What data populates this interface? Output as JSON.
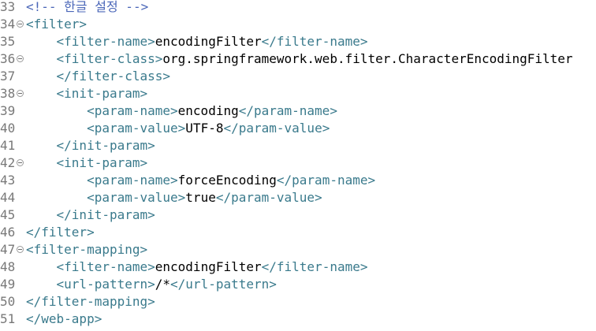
{
  "editor": {
    "lines": [
      {
        "num": "33",
        "fold": false,
        "indent": "",
        "tokens": [
          {
            "t": "comment",
            "v": "<!-- 한글 설정 -->"
          }
        ]
      },
      {
        "num": "34",
        "fold": true,
        "indent": "",
        "tokens": [
          {
            "t": "tag",
            "v": "<filter>"
          }
        ]
      },
      {
        "num": "35",
        "fold": false,
        "indent": "    ",
        "tokens": [
          {
            "t": "tag",
            "v": "<filter-name>"
          },
          {
            "t": "text",
            "v": "encodingFilter"
          },
          {
            "t": "tag",
            "v": "</filter-name>"
          }
        ]
      },
      {
        "num": "36",
        "fold": true,
        "indent": "    ",
        "tokens": [
          {
            "t": "tag",
            "v": "<filter-class>"
          },
          {
            "t": "text",
            "v": "org.springframework.web.filter.CharacterEncodingFilter"
          }
        ]
      },
      {
        "num": "37",
        "fold": false,
        "indent": "    ",
        "tokens": [
          {
            "t": "tag",
            "v": "</filter-class>"
          }
        ]
      },
      {
        "num": "38",
        "fold": true,
        "indent": "    ",
        "tokens": [
          {
            "t": "tag",
            "v": "<init-param>"
          }
        ]
      },
      {
        "num": "39",
        "fold": false,
        "indent": "        ",
        "tokens": [
          {
            "t": "tag",
            "v": "<param-name>"
          },
          {
            "t": "text",
            "v": "encoding"
          },
          {
            "t": "tag",
            "v": "</param-name>"
          }
        ]
      },
      {
        "num": "40",
        "fold": false,
        "indent": "        ",
        "tokens": [
          {
            "t": "tag",
            "v": "<param-value>"
          },
          {
            "t": "text",
            "v": "UTF-8"
          },
          {
            "t": "tag",
            "v": "</param-value>"
          }
        ]
      },
      {
        "num": "41",
        "fold": false,
        "indent": "    ",
        "tokens": [
          {
            "t": "tag",
            "v": "</init-param>"
          }
        ]
      },
      {
        "num": "42",
        "fold": true,
        "indent": "    ",
        "tokens": [
          {
            "t": "tag",
            "v": "<init-param>"
          }
        ]
      },
      {
        "num": "43",
        "fold": false,
        "indent": "        ",
        "tokens": [
          {
            "t": "tag",
            "v": "<param-name>"
          },
          {
            "t": "text",
            "v": "forceEncoding"
          },
          {
            "t": "tag",
            "v": "</param-name>"
          }
        ]
      },
      {
        "num": "44",
        "fold": false,
        "indent": "        ",
        "tokens": [
          {
            "t": "tag",
            "v": "<param-value>"
          },
          {
            "t": "text",
            "v": "true"
          },
          {
            "t": "tag",
            "v": "</param-value>"
          }
        ]
      },
      {
        "num": "45",
        "fold": false,
        "indent": "    ",
        "tokens": [
          {
            "t": "tag",
            "v": "</init-param>"
          }
        ]
      },
      {
        "num": "46",
        "fold": false,
        "indent": "",
        "tokens": [
          {
            "t": "tag",
            "v": "</filter>"
          }
        ]
      },
      {
        "num": "47",
        "fold": true,
        "indent": "",
        "tokens": [
          {
            "t": "tag",
            "v": "<filter-mapping>"
          }
        ]
      },
      {
        "num": "48",
        "fold": false,
        "indent": "    ",
        "tokens": [
          {
            "t": "tag",
            "v": "<filter-name>"
          },
          {
            "t": "text",
            "v": "encodingFilter"
          },
          {
            "t": "tag",
            "v": "</filter-name>"
          }
        ]
      },
      {
        "num": "49",
        "fold": false,
        "indent": "    ",
        "tokens": [
          {
            "t": "tag",
            "v": "<url-pattern>"
          },
          {
            "t": "text",
            "v": "/*"
          },
          {
            "t": "tag",
            "v": "</url-pattern>"
          }
        ]
      },
      {
        "num": "50",
        "fold": false,
        "indent": "",
        "tokens": [
          {
            "t": "tag",
            "v": "</filter-mapping>"
          }
        ]
      },
      {
        "num": "51",
        "fold": false,
        "indent": "",
        "tokens": [
          {
            "t": "tag",
            "v": "</web-app>"
          }
        ]
      }
    ]
  },
  "colors": {
    "tag": "#3a7a8c",
    "text": "#000000",
    "comment": "#4a66b8",
    "line_number": "#787878"
  }
}
